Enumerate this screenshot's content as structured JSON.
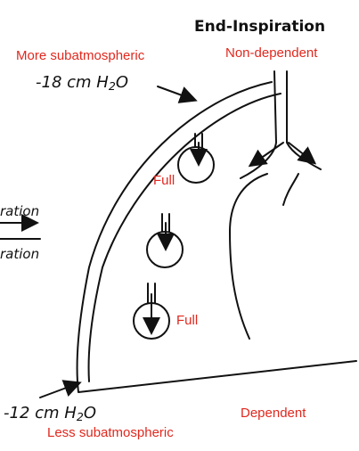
{
  "title": "End-Inspiration",
  "labels": {
    "more_sub": "More subatmospheric",
    "non_dependent": "Non-dependent",
    "pressure_top_value": "-18",
    "pressure_top_unit": "cm H",
    "pressure_top_sub": "2",
    "pressure_top_tail": "O",
    "full_1": "Full",
    "full_2": "Full",
    "left_ration_1": "ration",
    "left_ration_2": "ration",
    "pressure_bottom_value": "-12",
    "pressure_bottom_unit": "cm H",
    "pressure_bottom_sub": "2",
    "pressure_bottom_tail": "O",
    "less_sub": "Less subatmospheric",
    "dependent": "Dependent"
  },
  "colors": {
    "annotation_red": "#e0281e",
    "ink": "#111111"
  }
}
